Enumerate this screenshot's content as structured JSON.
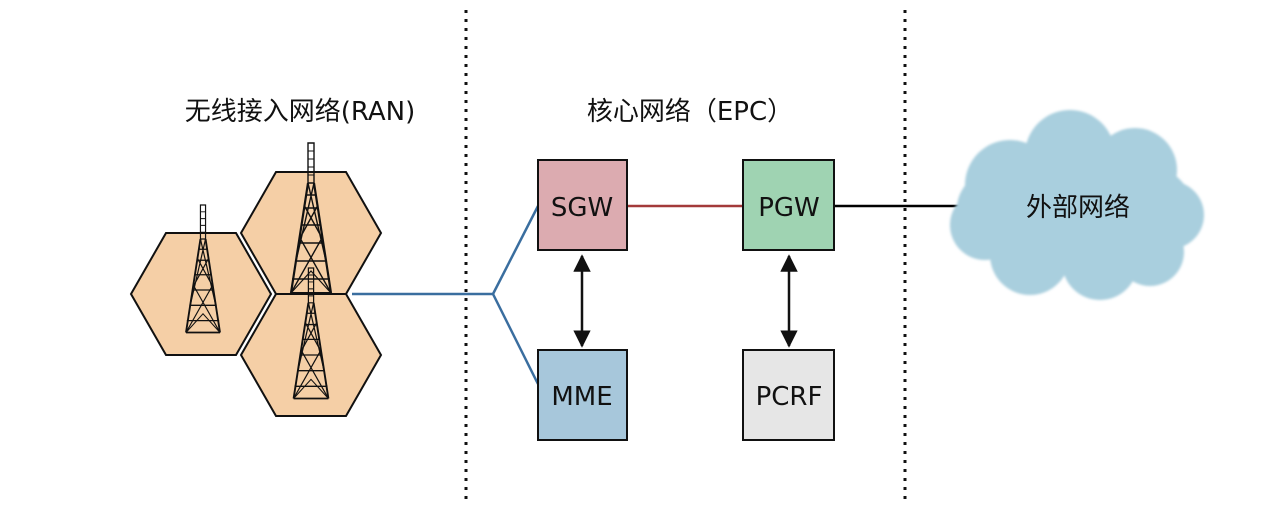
{
  "sections": {
    "ran": {
      "title": "无线接入网络(RAN)"
    },
    "epc": {
      "title": "核心网络（EPC）"
    }
  },
  "nodes": {
    "sgw": {
      "label": "SGW",
      "fill": "#dcabb0"
    },
    "pgw": {
      "label": "PGW",
      "fill": "#9fd3b2"
    },
    "mme": {
      "label": "MME",
      "fill": "#a7c7db"
    },
    "pcrf": {
      "label": "PCRF",
      "fill": "#e6e6e6"
    }
  },
  "external": {
    "label": "外部网络",
    "fill": "#a9cfde"
  },
  "colors": {
    "cell_fill": "#f5cfa6",
    "ran_link": "#3a6e9f",
    "sgw_pgw_link": "#a33a3a",
    "pgw_external_link": "#000000",
    "divider": "#111111"
  }
}
